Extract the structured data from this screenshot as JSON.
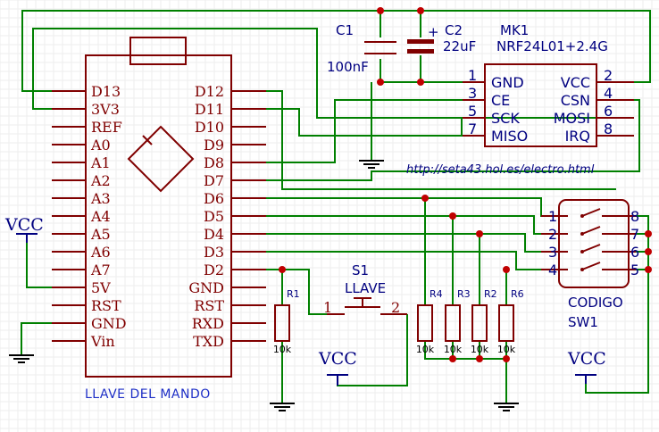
{
  "arduino": {
    "left_pins": [
      "D13",
      "3V3",
      "REF",
      "A0",
      "A1",
      "A2",
      "A3",
      "A4",
      "A5",
      "A6",
      "A7",
      "5V",
      "RST",
      "GND",
      "Vin"
    ],
    "right_pins": [
      "D12",
      "D11",
      "D10",
      "D9",
      "D8",
      "D7",
      "D6",
      "D5",
      "D4",
      "D3",
      "D2",
      "GND",
      "RST",
      "RXD",
      "TXD"
    ],
    "caption": "LLAVE DEL MANDO"
  },
  "rf_module": {
    "ref": "MK1",
    "part": "NRF24L01+2.4G",
    "left_pins": [
      {
        "num": "1",
        "name": "GND"
      },
      {
        "num": "3",
        "name": "CE"
      },
      {
        "num": "5",
        "name": "SCK"
      },
      {
        "num": "7",
        "name": "MISO"
      }
    ],
    "right_pins": [
      {
        "num": "2",
        "name": "VCC"
      },
      {
        "num": "4",
        "name": "CSN"
      },
      {
        "num": "6",
        "name": "MOSI"
      },
      {
        "num": "8",
        "name": "IRQ"
      }
    ],
    "url": "http://seta43.hol.es/electro.html"
  },
  "capacitors": [
    {
      "ref": "C1",
      "value": "100nF"
    },
    {
      "ref": "C2",
      "value": "22uF",
      "polarity": "+"
    }
  ],
  "switch_s1": {
    "ref": "S1",
    "value": "LLAVE",
    "pin1": "1",
    "pin2": "2"
  },
  "dip_switch": {
    "left_nums": [
      "1",
      "2",
      "3",
      "4"
    ],
    "right_nums": [
      "8",
      "7",
      "6",
      "5"
    ],
    "label": "CODIGO",
    "ref": "SW1"
  },
  "resistors": [
    {
      "ref": "R1",
      "value": "10k"
    },
    {
      "ref": "R4",
      "value": "10k"
    },
    {
      "ref": "R3",
      "value": "10k"
    },
    {
      "ref": "R2",
      "value": "10k"
    },
    {
      "ref": "R6",
      "value": "10k"
    }
  ],
  "power_labels": {
    "vcc": "VCC"
  },
  "colors": {
    "wire": "#008000",
    "component": "#800000",
    "label": "#000080",
    "junction": "#c00000"
  }
}
